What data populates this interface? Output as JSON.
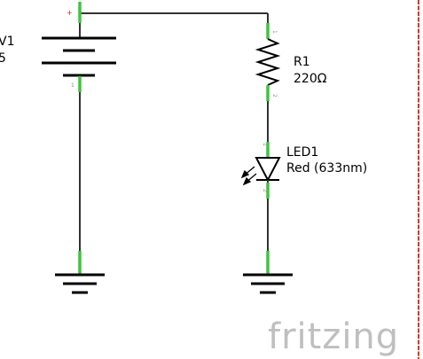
{
  "battery": {
    "name": "V1",
    "value": "5",
    "pin_plus": "+",
    "pin_1": "1"
  },
  "resistor": {
    "name": "R1",
    "value": "220Ω",
    "pin_1": "1",
    "pin_2": "2"
  },
  "led": {
    "name": "LED1",
    "value": "Red (633nm)",
    "pin_1": "1",
    "pin_2": "2"
  },
  "watermark": {
    "text": "fritzing"
  },
  "colors": {
    "wire": "#333333",
    "pin": "#3ec43e",
    "border": "#d0392b",
    "plus": "#e02020",
    "watermark": "#bfbfbf"
  }
}
